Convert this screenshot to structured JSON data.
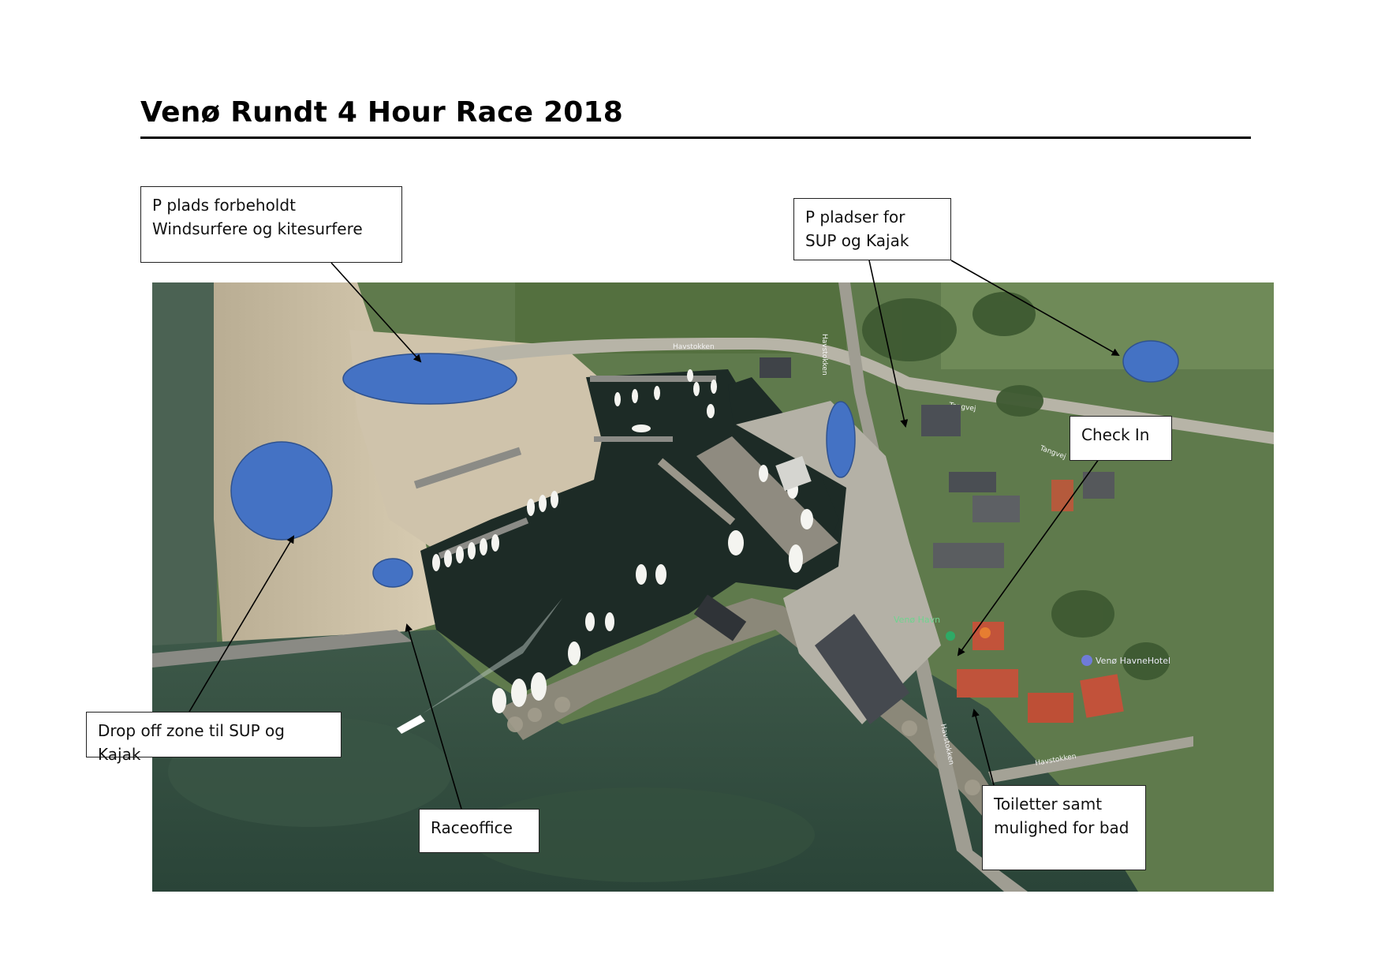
{
  "title": "Venø Rundt 4 Hour Race 2018",
  "map": {
    "streets": {
      "havstokken": "Havstokken",
      "tangvej": "Tangvej"
    },
    "pois": {
      "harbor": "Venø Havn",
      "hotel": "Venø HavneHotel"
    },
    "colors": {
      "marker_fill": "#4472c4",
      "marker_stroke": "#2f528f",
      "water": "#2c3e35",
      "harbor_water": "#1c2a26",
      "sand": "#cdbfa6",
      "grass": "#4d6b3c"
    }
  },
  "callouts": {
    "windsurf": "P plads forbeholdt Windsurfere og kitesurfere",
    "sup_parking": "P pladser for SUP og Kajak",
    "check_in": "Check In",
    "dropoff": "Drop off zone til SUP og Kajak",
    "raceoffice": "Raceoffice",
    "toilets": "Toiletter samt mulighed for bad"
  }
}
